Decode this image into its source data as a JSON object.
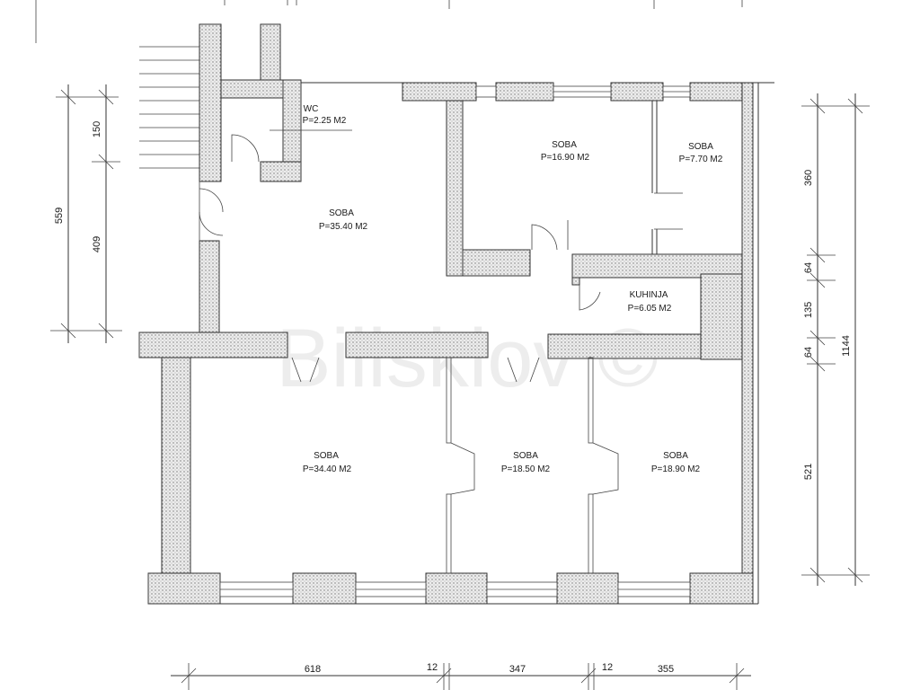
{
  "rooms": [
    {
      "name": "WC",
      "area": "P=2.25 M2"
    },
    {
      "name": "SOBA",
      "area": "P=35.40 M2"
    },
    {
      "name": "SOBA",
      "area": "P=16.90 M2"
    },
    {
      "name": "SOBA",
      "area": "P=7.70 M2"
    },
    {
      "name": "KUHINJA",
      "area": "P=6.05 M2"
    },
    {
      "name": "SOBA",
      "area": "P=34.40 M2"
    },
    {
      "name": "SOBA",
      "area": "P=18.50 M2"
    },
    {
      "name": "SOBA",
      "area": "P=18.90 M2"
    }
  ],
  "dimensions": {
    "left": {
      "total": "559",
      "upper": "150",
      "lower": "409"
    },
    "right": {
      "top": "360",
      "a": "64",
      "b": "135",
      "c": "64",
      "bottom": "521",
      "total": "1144"
    },
    "bottom": {
      "a": "618",
      "b": "12",
      "c": "347",
      "d": "12",
      "e": "355"
    }
  },
  "watermark": "Bilisklov ©"
}
